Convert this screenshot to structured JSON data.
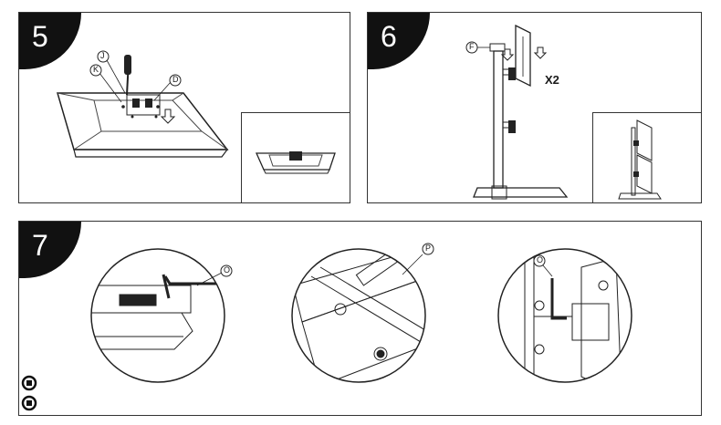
{
  "steps": [
    {
      "number": "5",
      "callouts": [
        "J",
        "K",
        "D"
      ]
    },
    {
      "number": "6",
      "callouts": [
        "F"
      ],
      "quantity": "X2"
    },
    {
      "number": "7",
      "callouts": [
        "O",
        "P",
        "O"
      ]
    }
  ],
  "icons": {
    "tighten": "rotate-clockwise-icon",
    "loosen": "rotate-counterclockwise-icon"
  },
  "colors": {
    "ink": "#1a1a1a",
    "badge": "#111111",
    "paper": "#ffffff"
  }
}
